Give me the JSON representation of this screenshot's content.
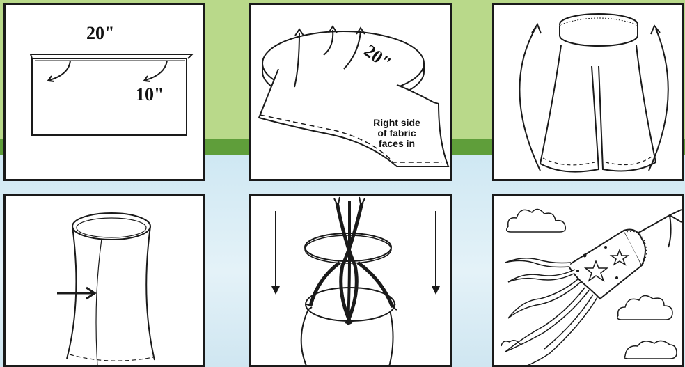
{
  "steps": [
    {
      "id": 1,
      "labels": {
        "width": "20\"",
        "fold": "10\""
      }
    },
    {
      "id": 2,
      "labels": {
        "circumference": "20\"",
        "note_line1": "Right side",
        "note_line2": "of fabric",
        "note_line3": "faces in"
      }
    },
    {
      "id": 3
    },
    {
      "id": 4
    },
    {
      "id": 5
    },
    {
      "id": 6
    }
  ],
  "colors": {
    "top_background": "#b9d98a",
    "stripe": "#5f9e3a",
    "bottom_background": "#d6ecf5",
    "line": "#1a1a1a"
  }
}
